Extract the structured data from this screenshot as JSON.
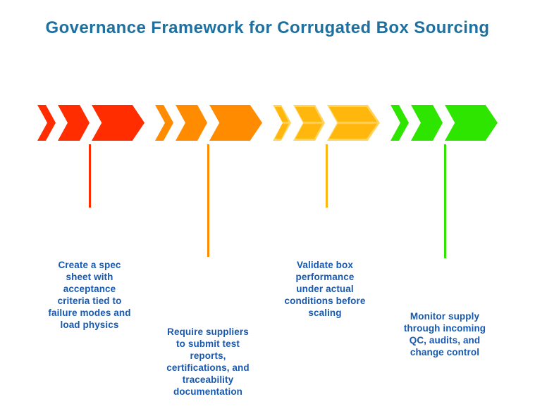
{
  "title": "Governance Framework for Corrugated Box Sourcing",
  "colors": {
    "background": "#FFFFFF",
    "title": "#1F6F9F",
    "body_text": "#1859B0",
    "step_red": "#FF2D00",
    "step_orange": "#FF8C00",
    "step_yellow": "#FFB60D",
    "step_green": "#2EE500"
  },
  "steps": [
    {
      "id": "spec-sheet",
      "color": "#FF2D00",
      "highlight": "#FF2D00",
      "text": "Create a spec sheet with acceptance criteria tied to failure modes and load physics",
      "lines": [
        "Create a spec",
        "sheet with",
        "acceptance",
        "criteria tied to",
        "failure modes and",
        "load physics"
      ]
    },
    {
      "id": "supplier-documentation",
      "color": "#FF8C00",
      "highlight": "#FF8C00",
      "text": "Require suppliers to submit test reports, certifications, and traceability documentation",
      "lines": [
        "Require suppliers",
        "to submit test",
        "reports,",
        "certifications, and",
        "traceability",
        "documentation"
      ]
    },
    {
      "id": "validate-performance",
      "color": "#FFB60D",
      "highlight": "#FFD45E",
      "text": "Validate box performance under actual conditions before scaling",
      "lines": [
        "Validate box",
        "performance",
        "under actual",
        "conditions before",
        "scaling"
      ]
    },
    {
      "id": "monitor-supply",
      "color": "#2EE500",
      "highlight": "#2EE500",
      "text": "Monitor supply through incoming QC, audits, and change control",
      "lines": [
        "Monitor supply",
        "through incoming",
        "QC, audits, and",
        "change control"
      ]
    }
  ]
}
